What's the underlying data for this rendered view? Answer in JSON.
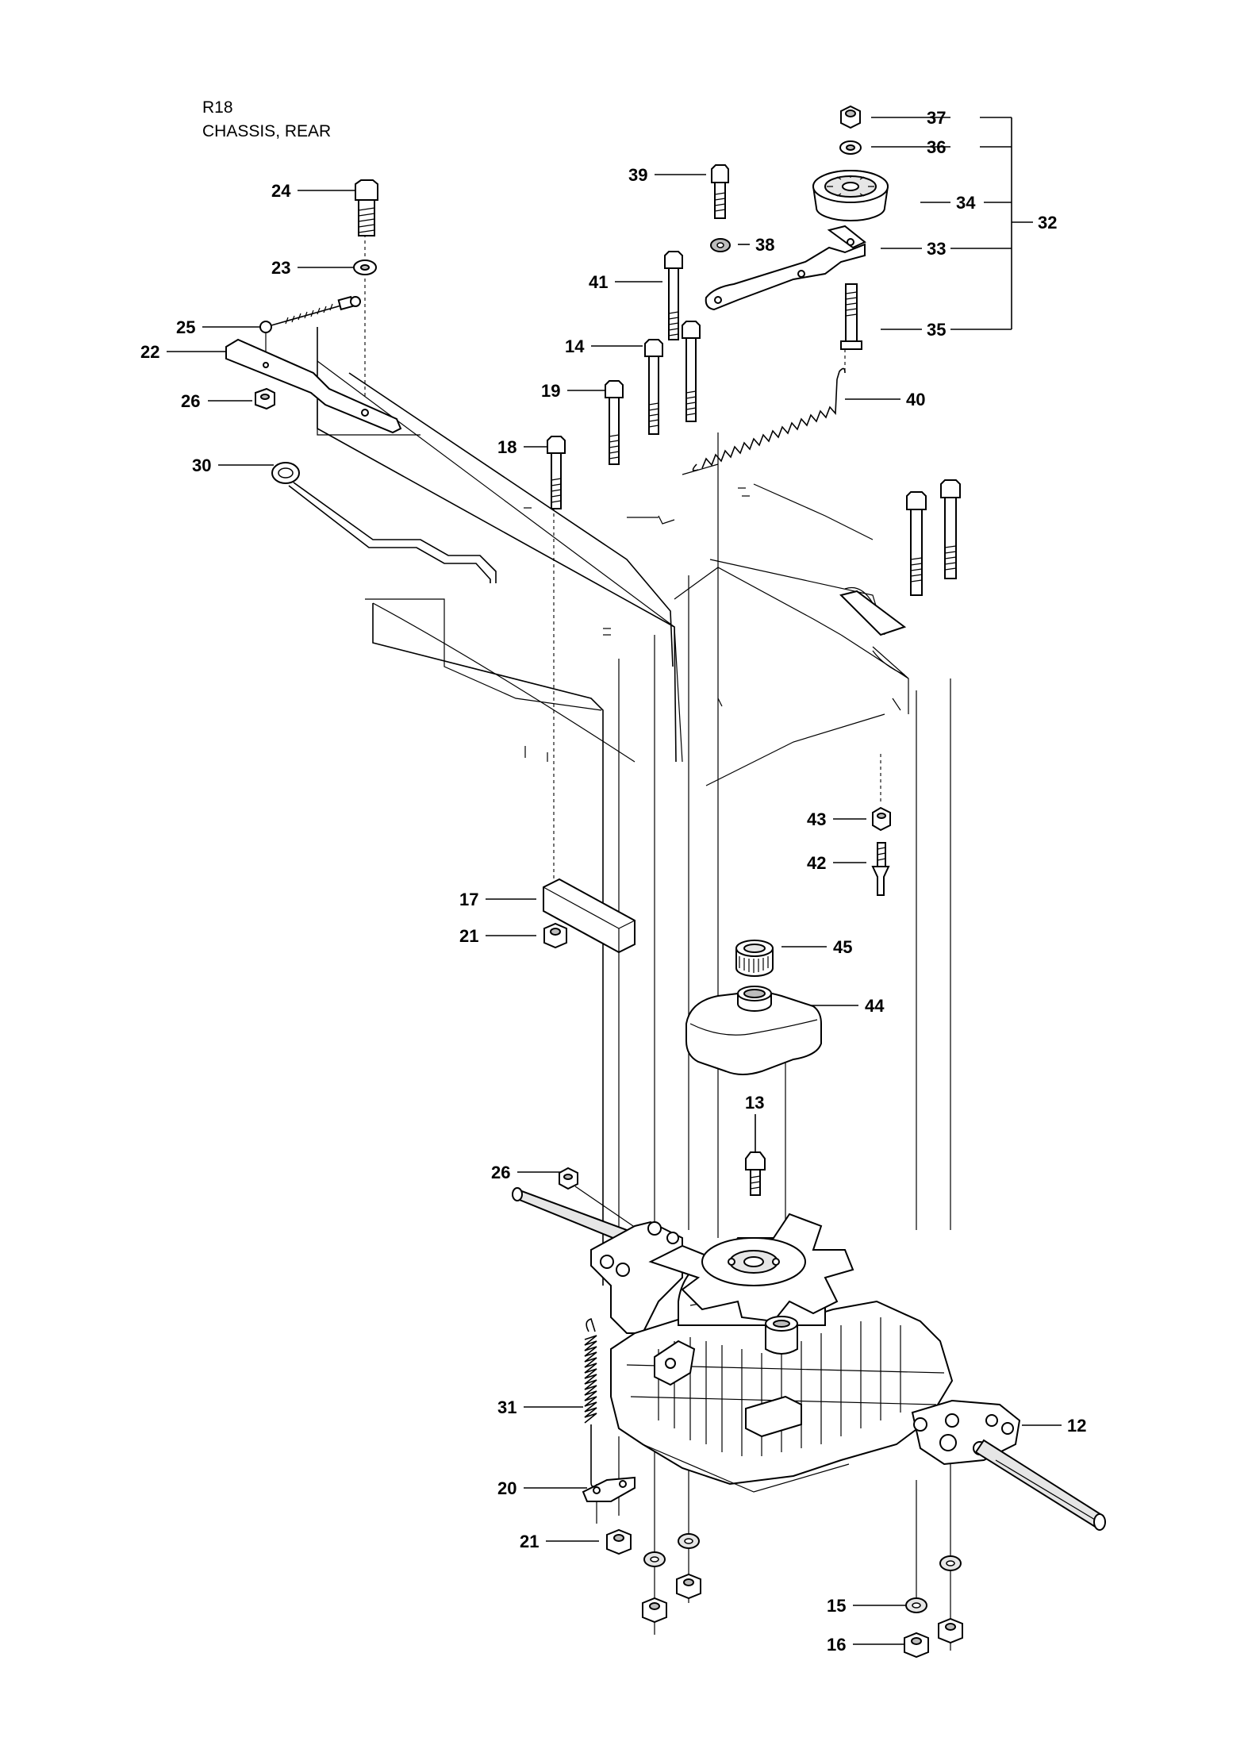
{
  "header": {
    "code": "R18",
    "title": "CHASSIS, REAR"
  },
  "callouts": [
    {
      "id": "37",
      "label": "37"
    },
    {
      "id": "36",
      "label": "36"
    },
    {
      "id": "34",
      "label": "34"
    },
    {
      "id": "33",
      "label": "33"
    },
    {
      "id": "35",
      "label": "35"
    },
    {
      "id": "32",
      "label": "32"
    },
    {
      "id": "39",
      "label": "39"
    },
    {
      "id": "38",
      "label": "38"
    },
    {
      "id": "41",
      "label": "41"
    },
    {
      "id": "14",
      "label": "14"
    },
    {
      "id": "19",
      "label": "19"
    },
    {
      "id": "18",
      "label": "18"
    },
    {
      "id": "40",
      "label": "40"
    },
    {
      "id": "24",
      "label": "24"
    },
    {
      "id": "23",
      "label": "23"
    },
    {
      "id": "25",
      "label": "25"
    },
    {
      "id": "22",
      "label": "22"
    },
    {
      "id": "26a",
      "label": "26"
    },
    {
      "id": "30",
      "label": "30"
    },
    {
      "id": "43",
      "label": "43"
    },
    {
      "id": "42",
      "label": "42"
    },
    {
      "id": "17",
      "label": "17"
    },
    {
      "id": "21a",
      "label": "21"
    },
    {
      "id": "45",
      "label": "45"
    },
    {
      "id": "44",
      "label": "44"
    },
    {
      "id": "13",
      "label": "13"
    },
    {
      "id": "26b",
      "label": "26"
    },
    {
      "id": "31",
      "label": "31"
    },
    {
      "id": "12",
      "label": "12"
    },
    {
      "id": "20",
      "label": "20"
    },
    {
      "id": "21b",
      "label": "21"
    },
    {
      "id": "15",
      "label": "15"
    },
    {
      "id": "16",
      "label": "16"
    }
  ]
}
